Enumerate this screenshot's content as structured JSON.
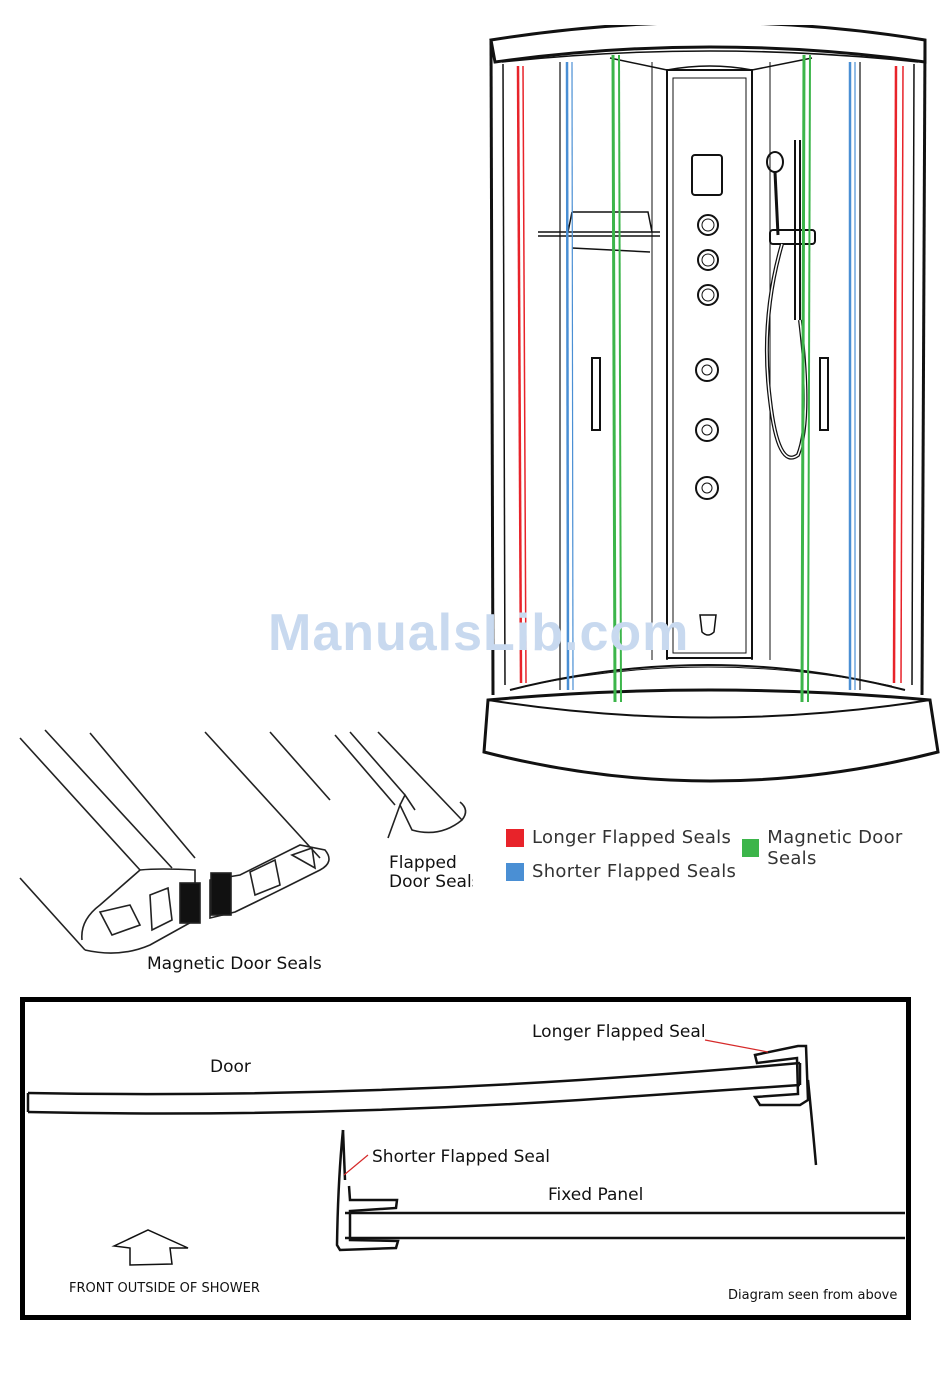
{
  "watermark": "ManualsLib.com",
  "legend": {
    "items": [
      {
        "label": "Longer Flapped Seals",
        "color": "#e8232a"
      },
      {
        "label": "Shorter Flapped Seals",
        "color": "#4a8fd4"
      },
      {
        "label": "Magnetic Door Seals",
        "color": "#3cb54a"
      }
    ]
  },
  "seal_profiles": {
    "magnetic_label": "Magnetic Door Seals",
    "flapped_label_line1": "Flapped",
    "flapped_label_line2": "Door Seals"
  },
  "top_view": {
    "door_label": "Door",
    "longer_seal_label": "Longer Flapped Seal",
    "shorter_seal_label": "Shorter Flapped Seal",
    "fixed_panel_label": "Fixed Panel",
    "front_label": "FRONT OUTSIDE OF SHOWER",
    "caption": "Diagram seen from above"
  },
  "colors": {
    "red": "#e8232a",
    "blue": "#4a8fd4",
    "green": "#3cb54a",
    "callout": "#d62a2a"
  }
}
